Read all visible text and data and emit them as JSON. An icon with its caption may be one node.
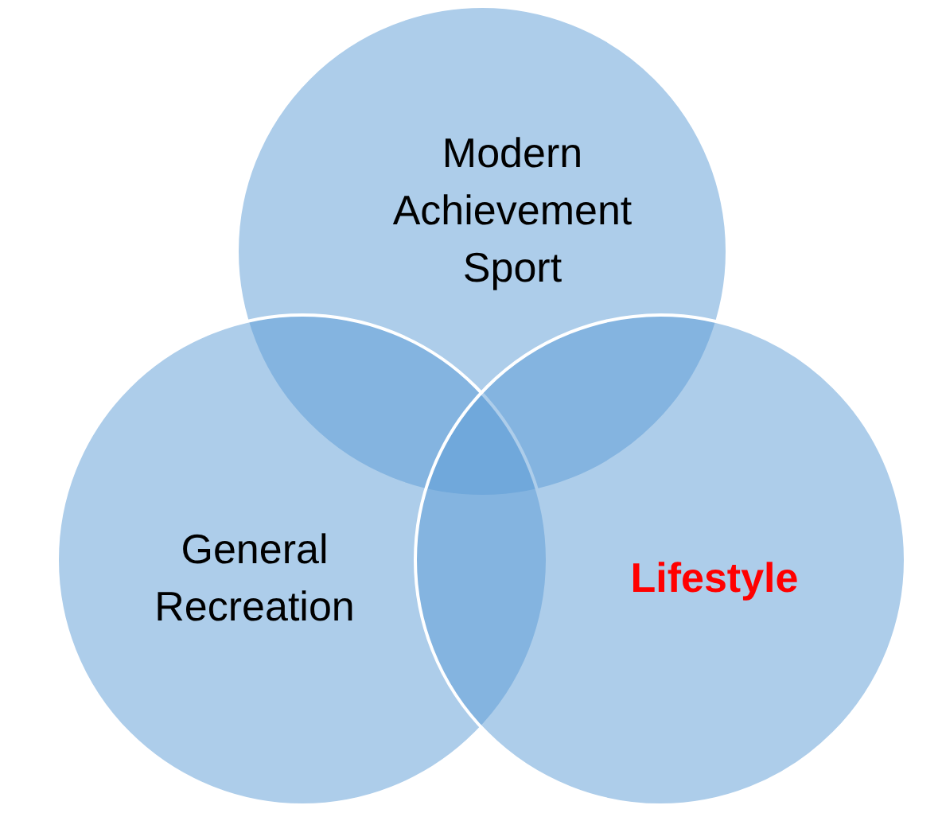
{
  "diagram": {
    "nodes": [
      {
        "text": [
          "Modern Achievement Sport"
        ]
      },
      {
        "text": [
          "General Recreation"
        ]
      },
      {
        "text": [
          "Lifestyle"
        ]
      }
    ]
  }
}
